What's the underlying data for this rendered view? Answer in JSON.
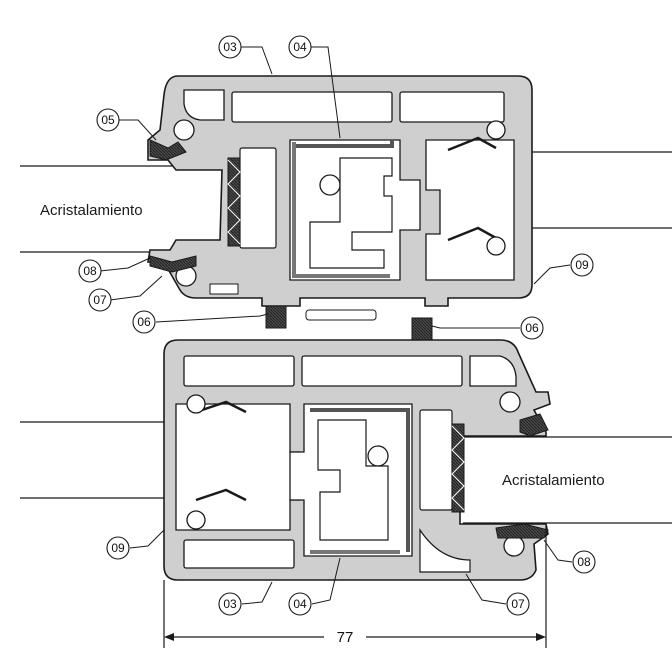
{
  "glazing": {
    "top_label": "Acristalamiento",
    "bottom_label": "Acristalamiento"
  },
  "callouts": [
    {
      "id": "c03a",
      "num": "03"
    },
    {
      "id": "c04a",
      "num": "04"
    },
    {
      "id": "c05",
      "num": "05"
    },
    {
      "id": "c08a",
      "num": "08"
    },
    {
      "id": "c07a",
      "num": "07"
    },
    {
      "id": "c06a",
      "num": "06"
    },
    {
      "id": "c06b",
      "num": "06"
    },
    {
      "id": "c09a",
      "num": "09"
    },
    {
      "id": "c09b",
      "num": "09"
    },
    {
      "id": "c08b",
      "num": "08"
    },
    {
      "id": "c03b",
      "num": "03"
    },
    {
      "id": "c04b",
      "num": "04"
    },
    {
      "id": "c07b",
      "num": "07"
    }
  ],
  "dimension": {
    "value": "77"
  },
  "colors": {
    "profile_fill": "#cfcfcf",
    "profile_stroke": "#1a1a1a",
    "chamber_fill": "#ffffff",
    "steel_fill": "#8a8a8a",
    "gasket_fill": "#3a3a3a"
  }
}
